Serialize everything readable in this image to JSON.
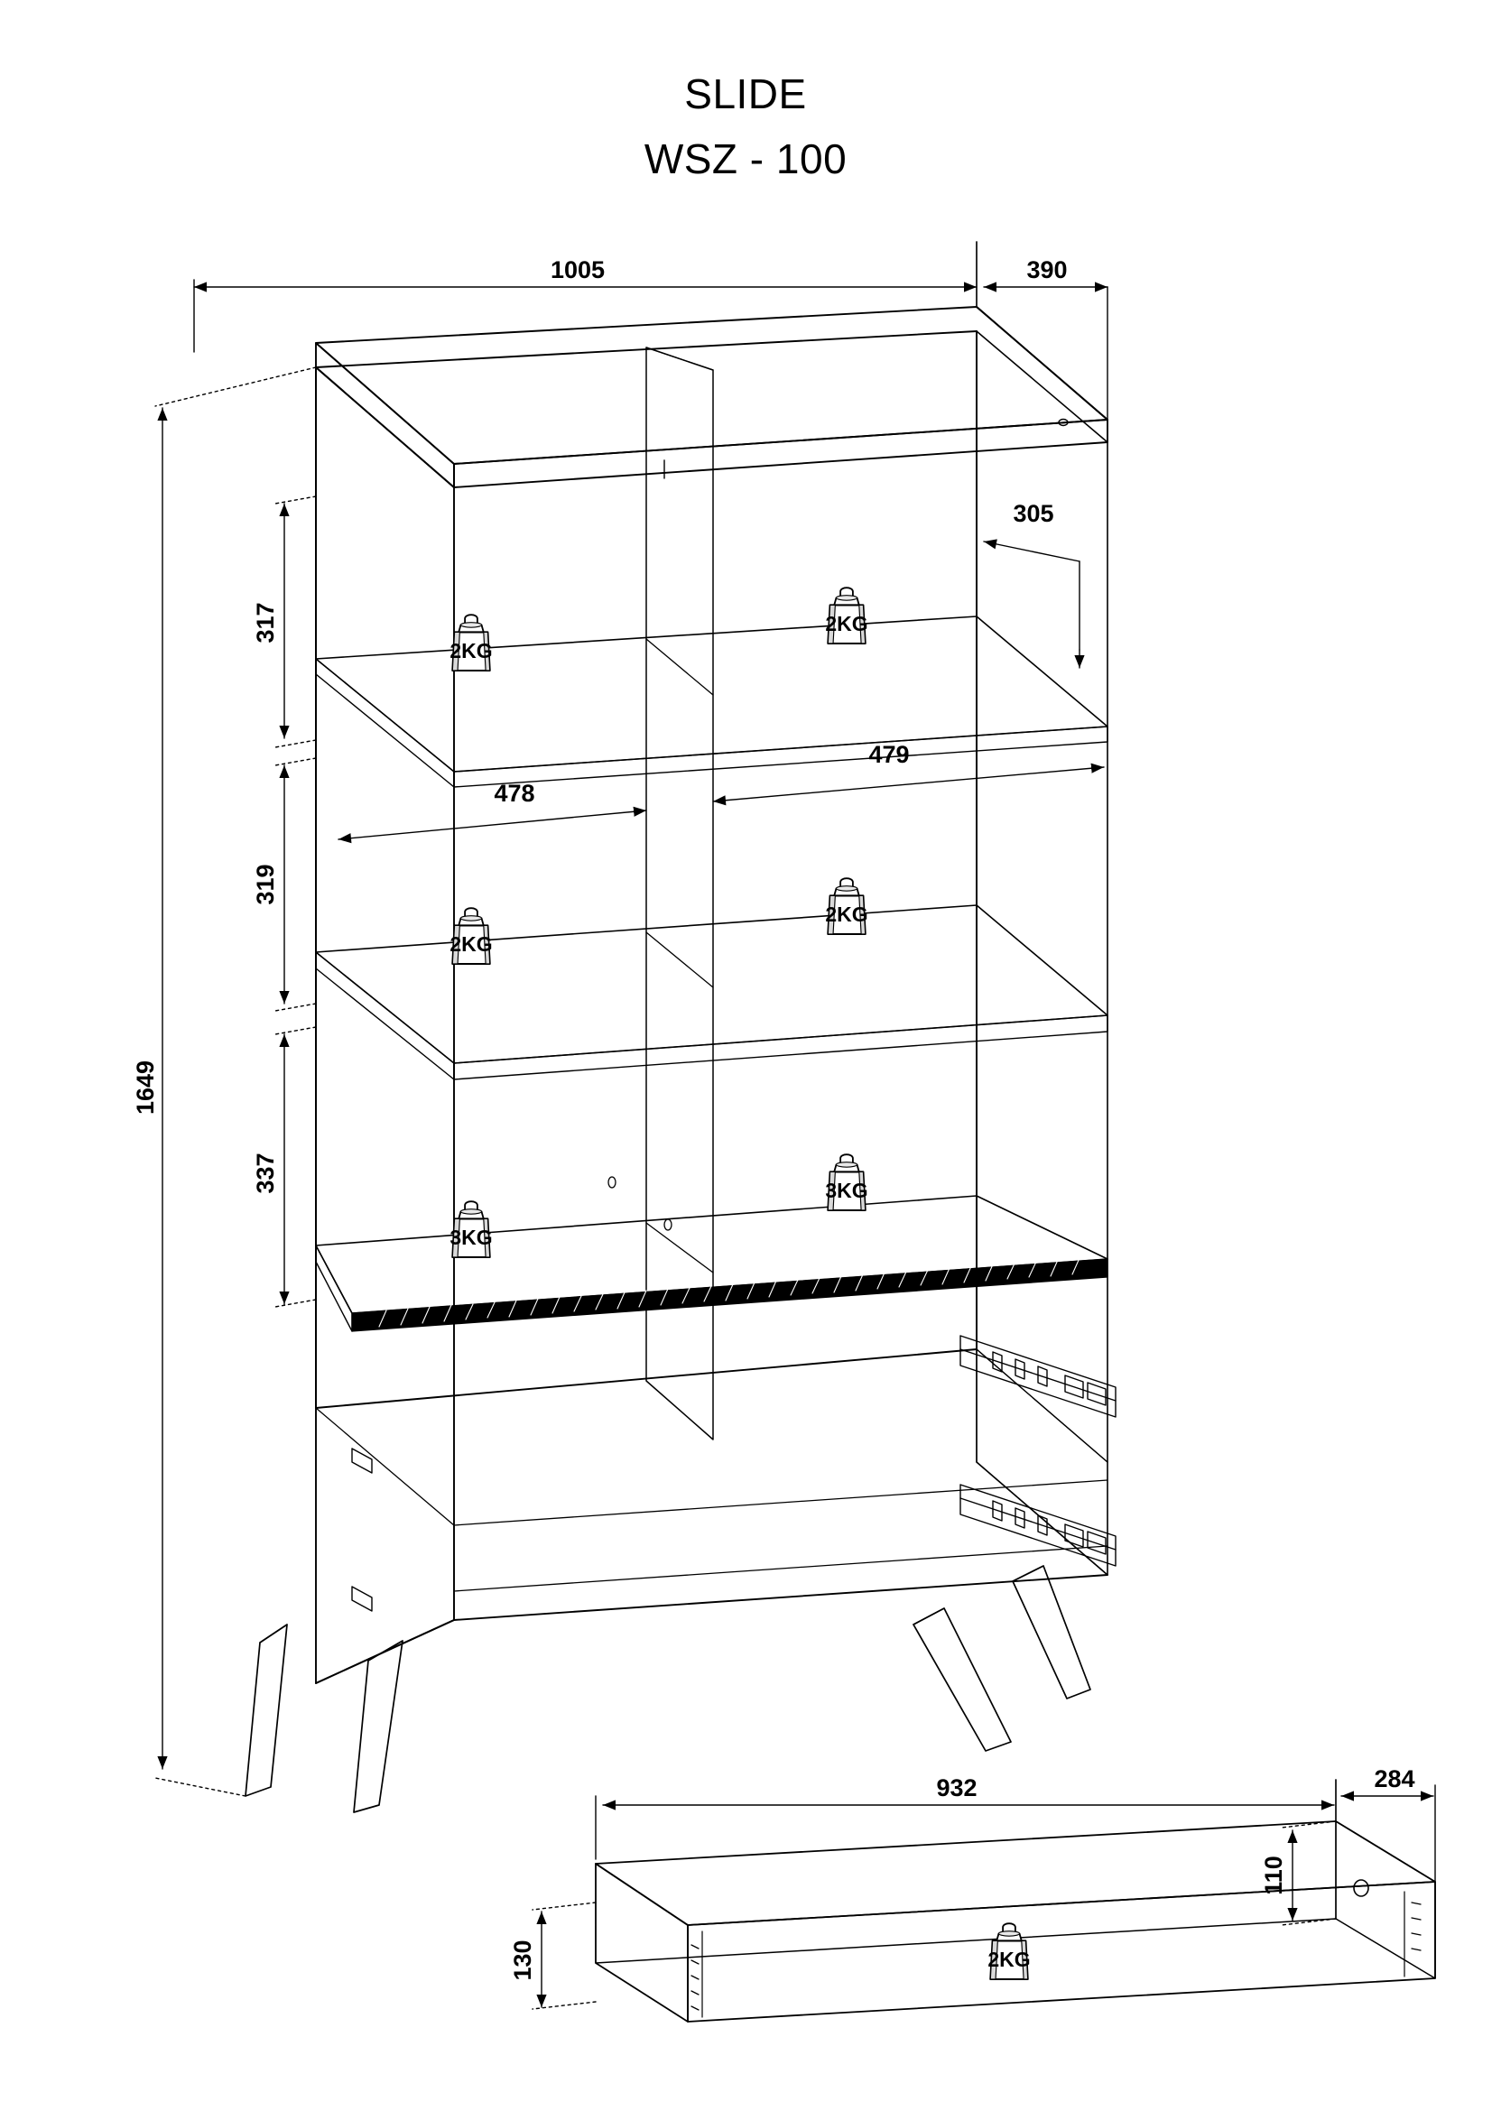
{
  "title": {
    "line1": "SLIDE",
    "line2": "WSZ - 100"
  },
  "dimensions": {
    "cabinet_width": "1005",
    "cabinet_depth": "390",
    "cabinet_height": "1649",
    "shelf_depth_top": "305",
    "compartment_h1": "317",
    "compartment_h2": "319",
    "compartment_h3": "337",
    "shelf_width_left": "478",
    "shelf_width_right": "479",
    "drawer_width": "932",
    "drawer_depth": "284",
    "drawer_back_height": "110",
    "drawer_front_height": "130"
  },
  "load_labels": {
    "shelf_top_left": "2KG",
    "shelf_top_right": "2KG",
    "shelf_mid_left": "2KG",
    "shelf_mid_right": "2KG",
    "shelf_bottom_left": "3KG",
    "shelf_bottom_right": "3KG",
    "drawer": "2KG"
  },
  "icons": {
    "weight": "weight-icon",
    "arrow": "dimension-arrow-icon"
  },
  "colors": {
    "line": "#000000",
    "background": "#ffffff"
  }
}
